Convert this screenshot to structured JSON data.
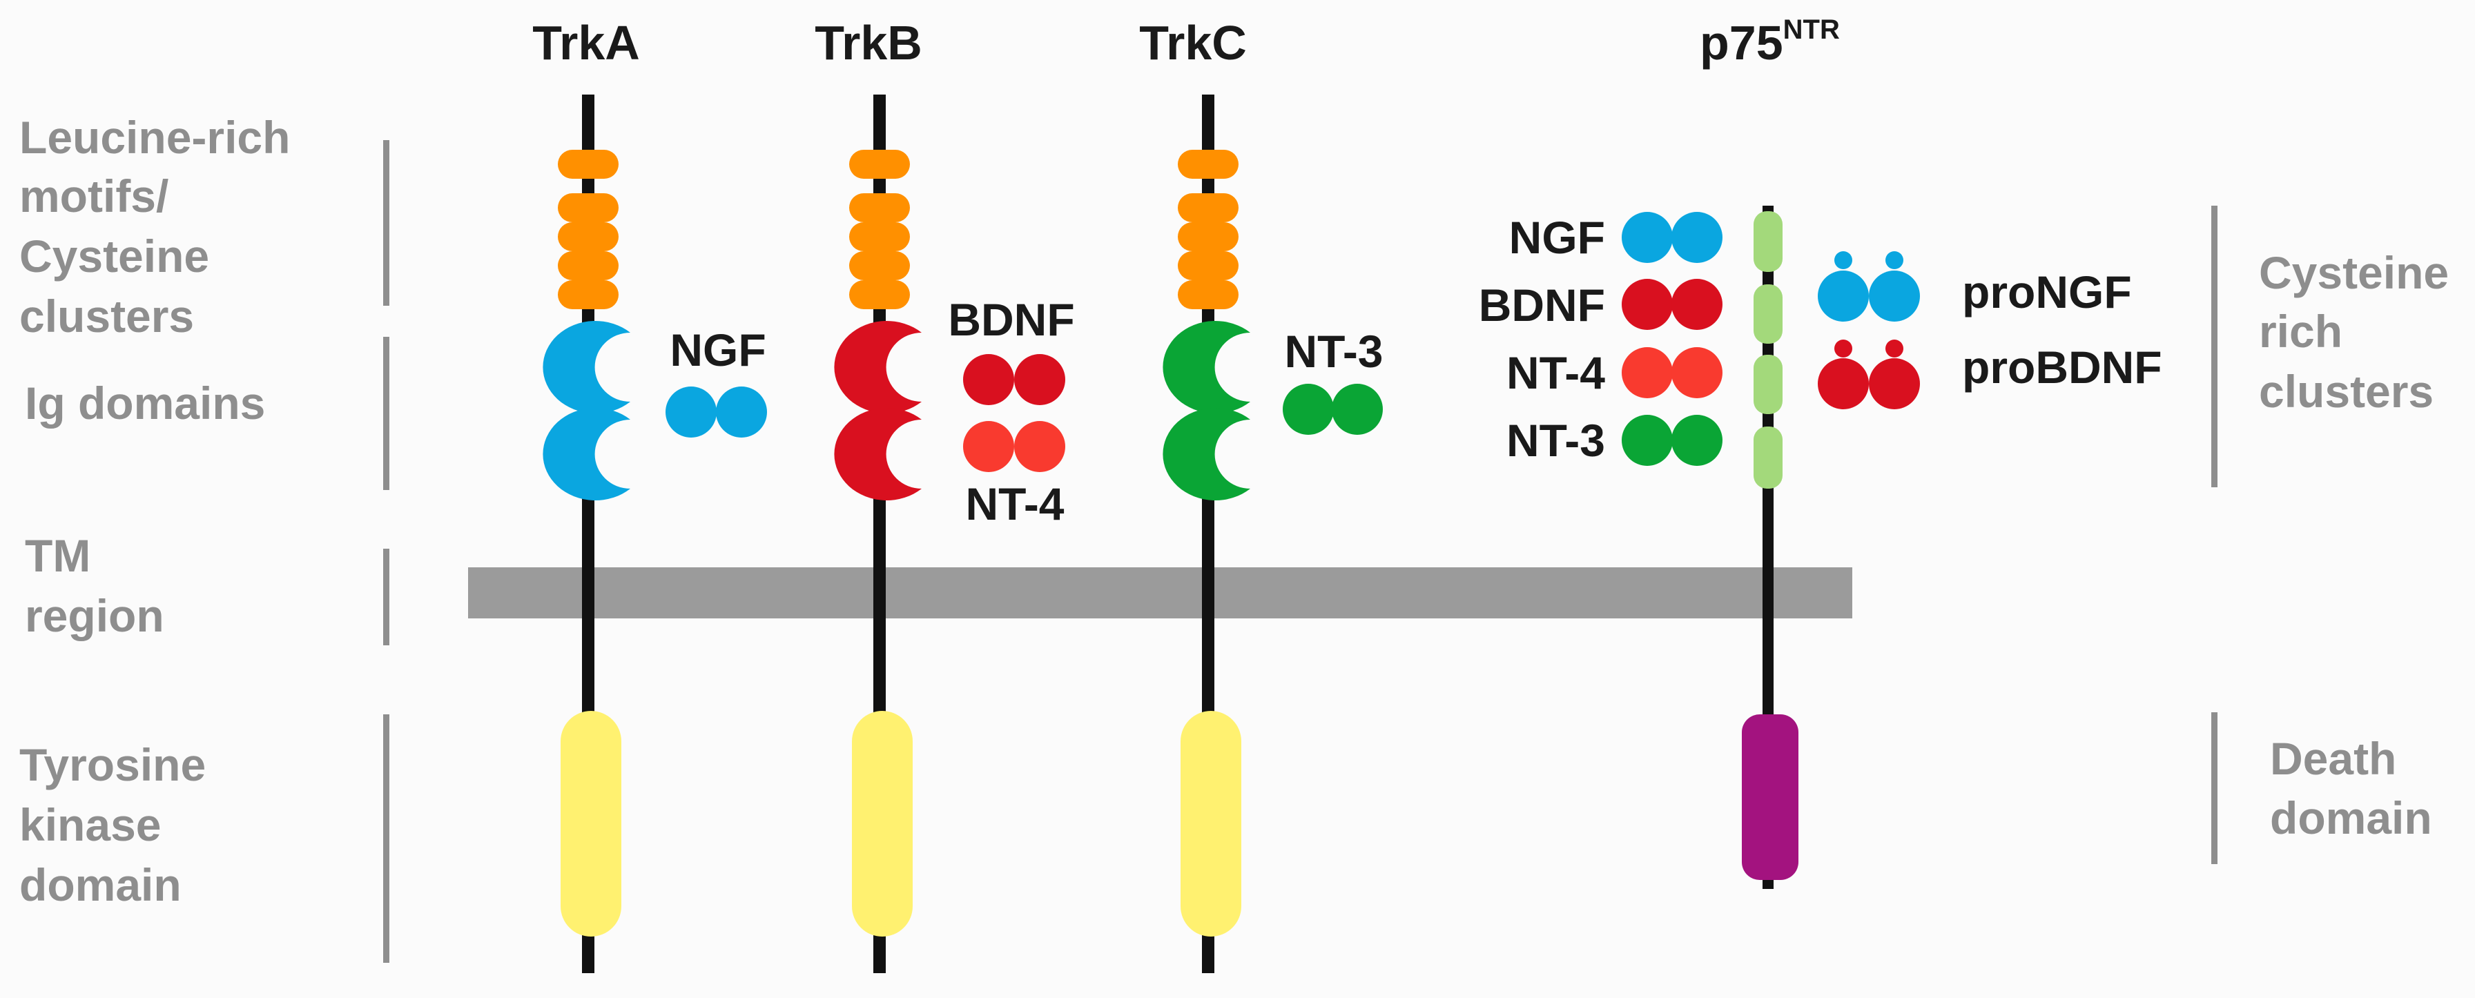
{
  "receptors": {
    "trka": "TrkA",
    "trkb": "TrkB",
    "trkc": "TrkC",
    "p75_main": "p75",
    "p75_sup": "NTR"
  },
  "left_labels": {
    "lrr_line1": "Leucine-rich",
    "lrr_line2": "motifs/",
    "lrr_line3": "Cysteine",
    "lrr_line4": "clusters",
    "ig": "Ig domains",
    "tm_line1": "TM",
    "tm_line2": "region",
    "tk_line1": "Tyrosine",
    "tk_line2": "kinase",
    "tk_line3": "domain"
  },
  "right_labels": {
    "crc_line1": "Cysteine",
    "crc_line2": "rich",
    "crc_line3": "clusters",
    "dd_line1": "Death",
    "dd_line2": "domain"
  },
  "ligands": {
    "trka_ngf": "NGF",
    "trkb_bdnf": "BDNF",
    "trkb_nt4": "NT-4",
    "trkc_nt3": "NT-3",
    "p75_ngf": "NGF",
    "p75_bdnf": "BDNF",
    "p75_nt4": "NT-4",
    "p75_nt3": "NT-3",
    "prongf": "proNGF",
    "probdnf": "proBDNF"
  },
  "colors": {
    "ngf": "#0aa6e0",
    "bdnf": "#d9101f",
    "nt4": "#f93a2f",
    "nt3": "#0aa535",
    "lrr": "#ff9000",
    "kinase": "#fff170",
    "death": "#a3137f",
    "cysteine_rich": "#a3d97b",
    "membrane": "#9b9b9b",
    "stem": "#111111",
    "bracket": "#8e8e8e"
  }
}
